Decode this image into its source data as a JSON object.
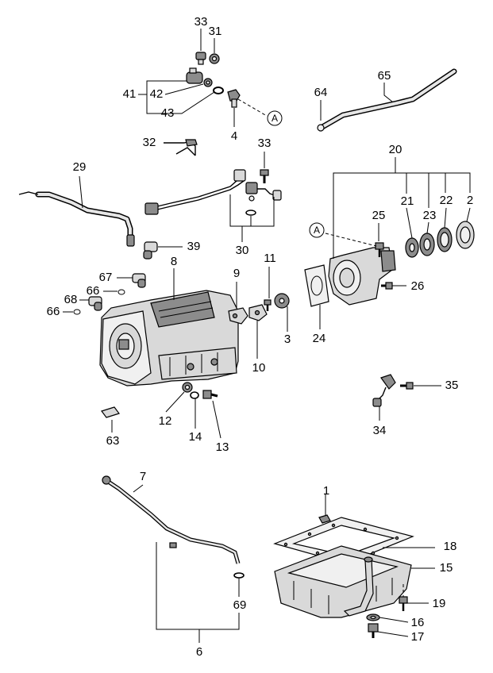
{
  "labels": {
    "l1": "1",
    "l2": "2",
    "l3": "3",
    "l4": "4",
    "l6": "6",
    "l7": "7",
    "l8": "8",
    "l9": "9",
    "l10": "10",
    "l11": "11",
    "l12": "12",
    "l13": "13",
    "l14": "14",
    "l15": "15",
    "l16": "16",
    "l17": "17",
    "l18": "18",
    "l19": "19",
    "l20": "20",
    "l21": "21",
    "l22": "22",
    "l23": "23",
    "l24": "24",
    "l25": "25",
    "l26": "26",
    "l29": "29",
    "l30": "30",
    "l31": "31",
    "l32": "32",
    "l33a": "33",
    "l33b": "33",
    "l34": "34",
    "l35": "35",
    "l39": "39",
    "l41": "41",
    "l42": "42",
    "l43": "43",
    "l63": "63",
    "l64": "64",
    "l65": "65",
    "l66a": "66",
    "l66b": "66",
    "l67": "67",
    "l68": "68",
    "l69": "69",
    "refA1": "A",
    "refA2": "A"
  }
}
